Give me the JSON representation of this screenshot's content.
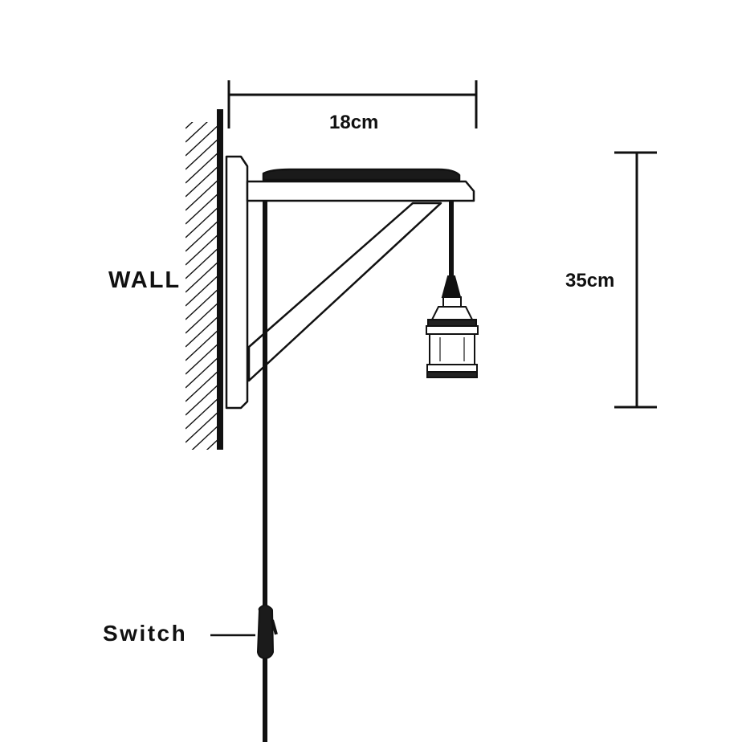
{
  "labels": {
    "width": "18cm",
    "height": "35cm",
    "wall": "WALL",
    "switch": "Switch"
  },
  "colors": {
    "line": "#111111",
    "background": "#ffffff"
  }
}
